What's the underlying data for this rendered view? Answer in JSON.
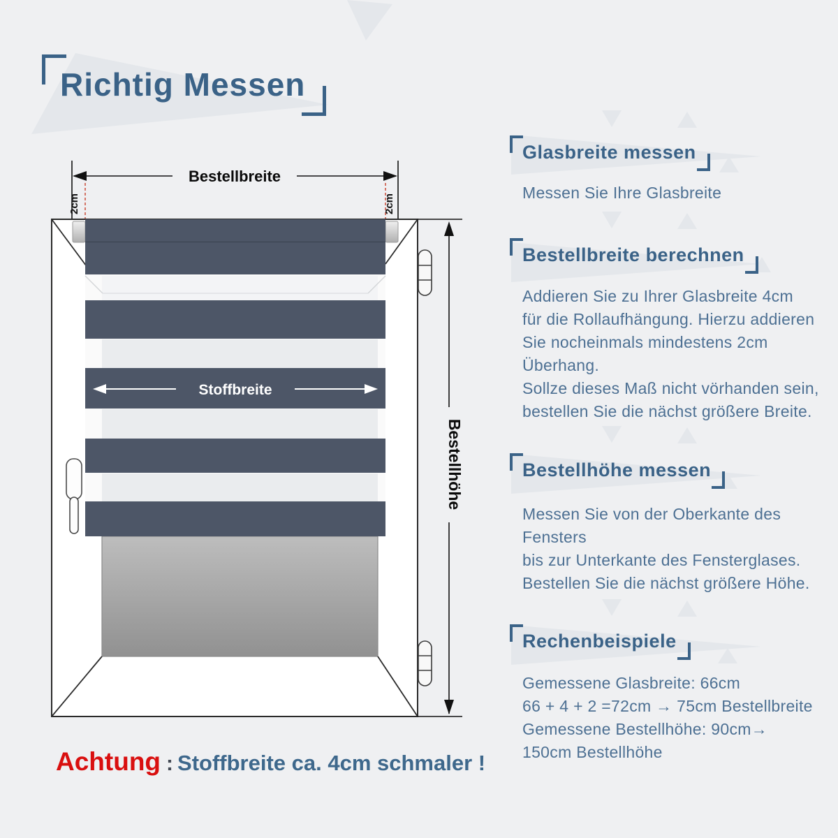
{
  "title": {
    "text": "Richtig Messen"
  },
  "colors": {
    "accent": "#3a6287",
    "body-text": "#4d7093",
    "warn-red": "#d90f0f",
    "warn-blue": "#3e688c",
    "stripe-dark": "#4d5667",
    "dash-red": "#cc5544",
    "tri": "#e4e7eb"
  },
  "diagram": {
    "width_label": "Bestellbreite",
    "fabric_label": "Stoffbreite",
    "height_label": "Bestellhöhe",
    "overhang_left": "2cm",
    "overhang_right": "2cm"
  },
  "sections": [
    {
      "heading": "Glasbreite messen",
      "lines": [
        "Messen Sie Ihre Glasbreite"
      ]
    },
    {
      "heading": "Bestellbreite berechnen",
      "lines": [
        "Addieren Sie zu Ihrer Glasbreite  4cm",
        "für die Rollaufhängung. Hierzu addieren",
        "Sie nocheinmals mindestens 2cm",
        "Überhang.",
        "Sollze dieses Maß nicht vörhanden sein,",
        "bestellen Sie die nächst größere Breite."
      ]
    },
    {
      "heading": "Bestellhöhe messen",
      "lines": [
        "Messen Sie von der Oberkante des",
        "Fensters",
        "bis zur Unterkante des Fensterglases.",
        "Bestellen Sie die nächst größere Höhe."
      ]
    },
    {
      "heading": "Rechenbeispiele",
      "lines": [
        "Gemessene Glasbreite: 66cm",
        "66 + 4 + 2 =72cm → 75cm Bestellbreite",
        "Gemessene Bestellhöhe: 90cm→",
        "150cm Bestellhöhe"
      ]
    }
  ],
  "warning": {
    "label": "Achtung",
    "separator": ":",
    "text": "Stoffbreite ca. 4cm schmaler !"
  }
}
